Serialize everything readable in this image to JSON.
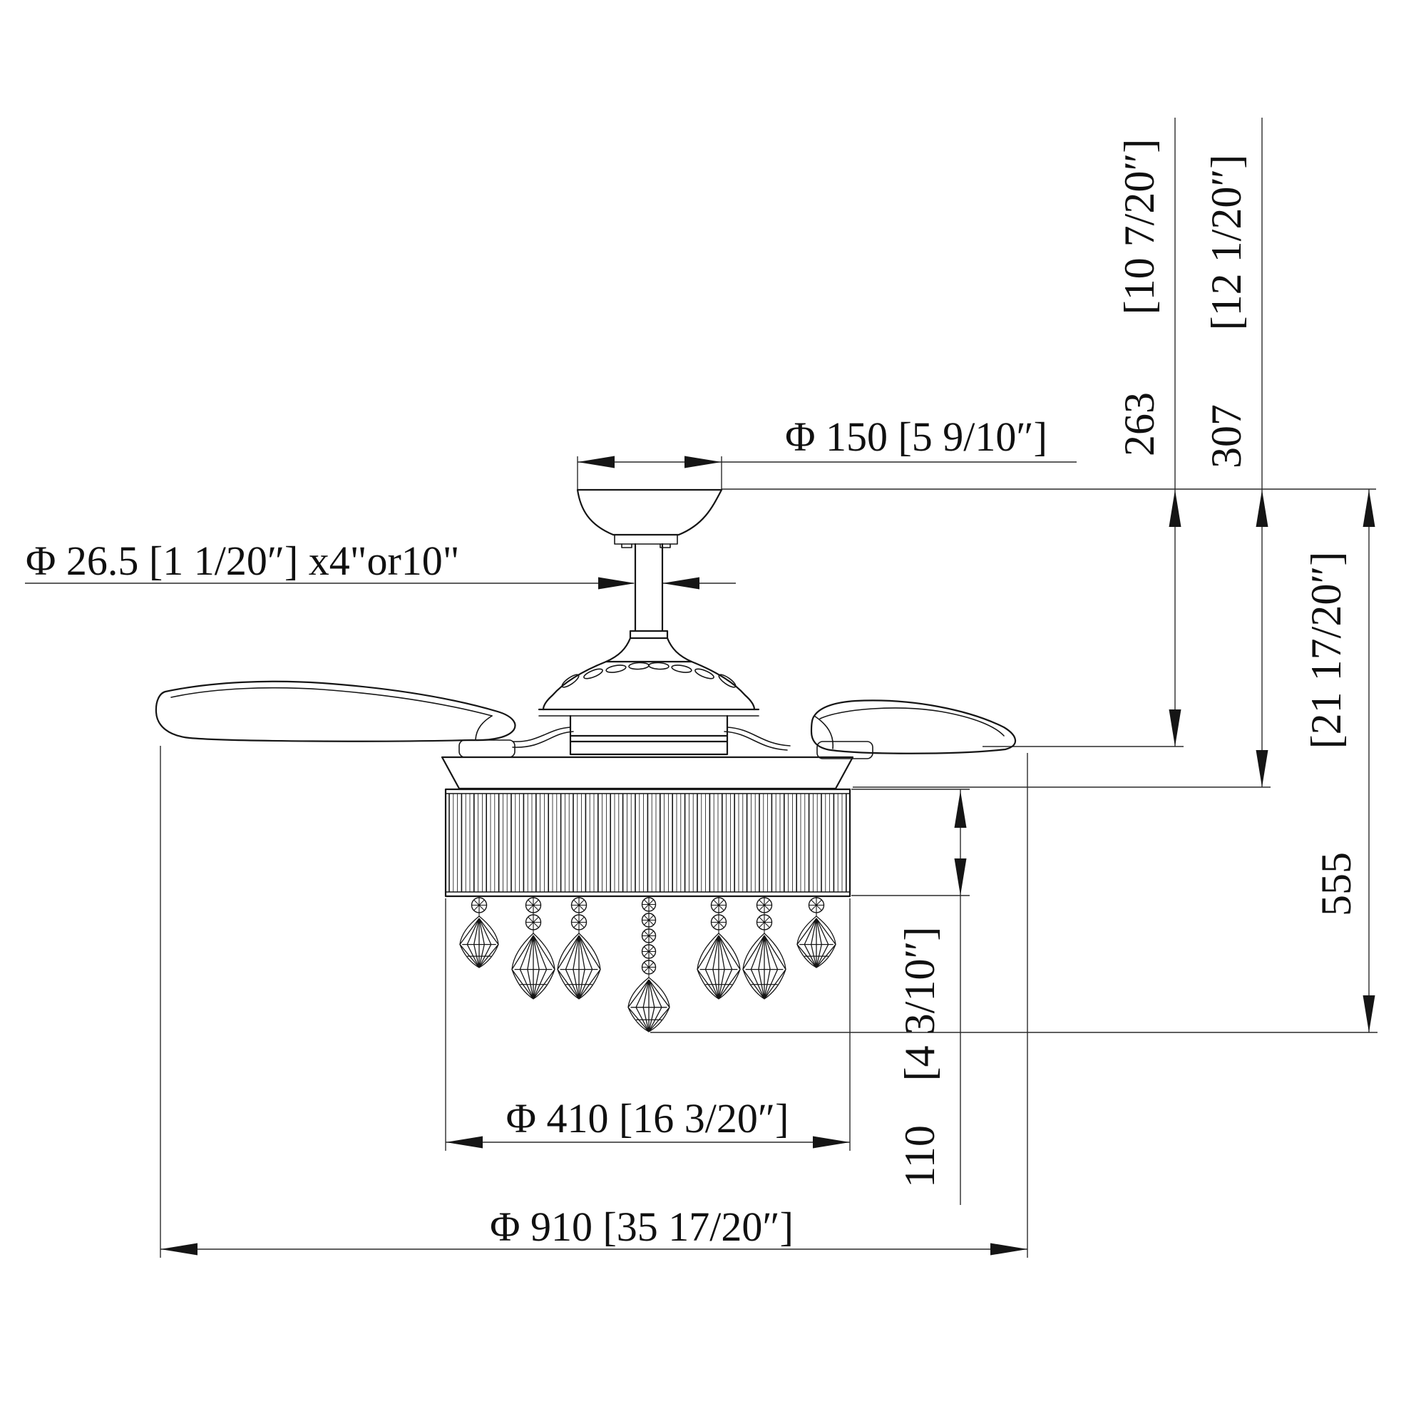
{
  "drawing": {
    "type": "ceiling-fan-dimension-drawing",
    "background_color": "#ffffff",
    "line_color": "#151515",
    "labels": {
      "canopy_diameter": "Φ 150  [5 9/10″]",
      "downrod": "Φ 26.5  [1 1/20″] x4\"or10\"",
      "ceiling_to_blades_in": "[10 7/20″]",
      "ceiling_to_blades_mm": "263",
      "ceiling_to_housing_in": "[12 1/20″]",
      "ceiling_to_housing_mm": "307",
      "overall_height_in": "[21 17/20″]",
      "overall_height_mm": "555",
      "shade_height_in": "[4 3/10″]",
      "shade_height_mm": "110",
      "shade_diameter": "Φ 410  [16 3/20″]",
      "fan_diameter": "Φ 910  [35 17/20″]"
    }
  }
}
